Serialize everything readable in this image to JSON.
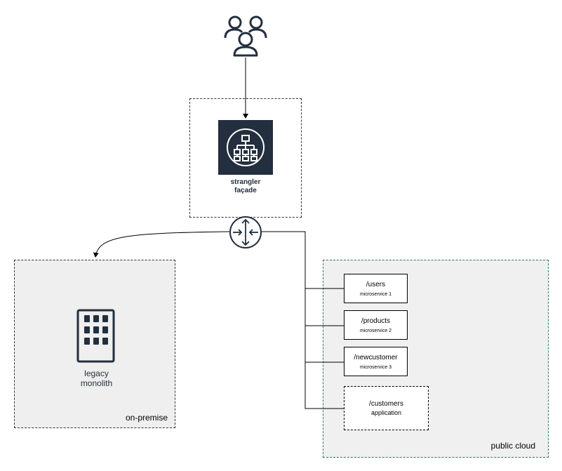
{
  "facade": {
    "label_line1": "strangler",
    "label_line2": "façade",
    "icon": "network-hierarchy-icon"
  },
  "users": {
    "icon": "users-group-icon"
  },
  "router": {
    "icon": "router-icon"
  },
  "on_premise": {
    "label": "on-premise",
    "legacy_line1": "legacy",
    "legacy_line2": "monolith",
    "icon": "office-building-icon"
  },
  "public_cloud": {
    "label": "public cloud"
  },
  "services": [
    {
      "path": "/users",
      "name": "microservice 1"
    },
    {
      "path": "/products",
      "name": "microservice 2"
    },
    {
      "path": "/newcustomer",
      "name": "microservice 3"
    }
  ],
  "application": {
    "path": "/customers",
    "name": "application"
  },
  "colors": {
    "icon_dark": "#232f3e",
    "cloud_border": "#2e7d55",
    "onprem_fill": "#efefef",
    "cloud_fill": "#f0f0f0"
  }
}
